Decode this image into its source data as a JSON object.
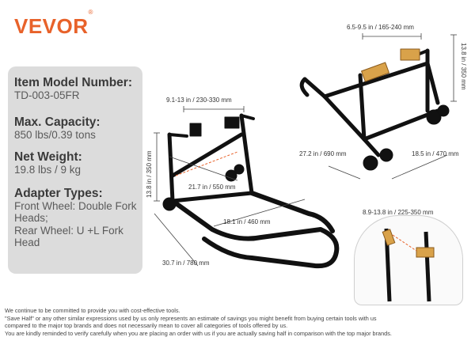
{
  "brand": {
    "name": "VEVOR",
    "mark": "®",
    "color": "#e8622a"
  },
  "specs": {
    "model_label": "Item Model Number:",
    "model_value": "TD-003-05FR",
    "capacity_label": "Max. Capacity:",
    "capacity_value": "850 lbs/0.39 tons",
    "weight_label": "Net Weight:",
    "weight_value": "19.8 lbs / 9 kg",
    "adapter_label": "Adapter Types:",
    "adapter_front": "Front Wheel: Double Fork Heads;",
    "adapter_rear": "Rear Wheel: U +L Fork Head"
  },
  "dimensions": {
    "rear_width": "6.5-9.5 in / 165-240 mm",
    "rear_height": "13.8 in / 350 mm",
    "rear_length": "27.2 in / 690 mm",
    "rear_depth": "18.5 in / 470 mm",
    "front_width": "9.1-13 in / 230-330 mm",
    "front_height": "13.8 in / 350 mm",
    "front_span": "21.7 in / 550 mm",
    "front_depth": "18.1 in / 460 mm",
    "front_length": "30.7 in / 780 mm",
    "inset_range": "8.9-13.8 in / 225-350 mm"
  },
  "disclaimer": [
    "We continue to be committed to provide you with cost-effective tools.",
    "\"Save Half\" or any other similar expressions used by us only represents an estimate of savings you might benefit from buying certain tools with us",
    "compared to the major top brands and does not necessarily mean to cover all categories of tools offered by us.",
    "You are kindly reminded to verify carefully when you are placing an order with us if you are actually saving half in comparison with the top major brands."
  ]
}
